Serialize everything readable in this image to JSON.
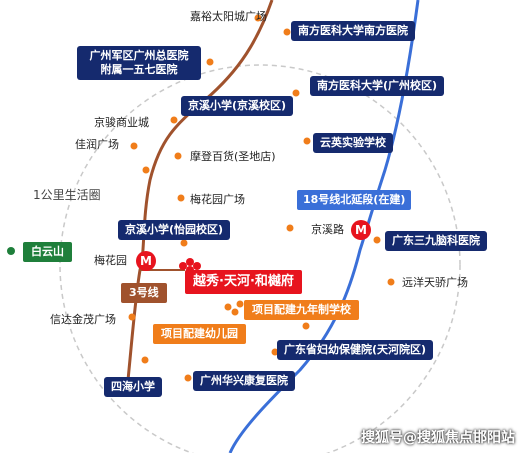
{
  "map": {
    "circle_label": "1公里生活圈",
    "poi": {
      "jiayu": "嘉裕太阳城广场",
      "jingjun": "京骏商业城",
      "jiarun": "佳润广场",
      "modeng": "摩登百货(圣地店)",
      "meihuayuan_plaza": "梅花园广场",
      "xinda": "信达金茂广场",
      "yuanyang": "远洋天骄广场"
    },
    "navy": {
      "nanfang_hospital": "南方医科大学南方医院",
      "junqu": "广州军区广州总医院\n附属一五七医院",
      "jingxi_school": "京溪小学(京溪校区)",
      "nanfang_univ": "南方医科大学(广州校区)",
      "yunying": "云英实验学校",
      "jingxi_yiyuan": "京溪小学(怡园校区)",
      "sanjiu": "广东三九脑科医院",
      "fuyou": "广东省妇幼保健院(天河院区)",
      "huaxing": "广州华兴康复医院",
      "sihai": "四海小学"
    },
    "metro": {
      "line18": "18号线北延段(在建)",
      "jingxilu": "京溪路",
      "meihuayuan": "梅花园",
      "line3": "3号线",
      "baiyunshan": "白云山",
      "icon": "M"
    },
    "project": {
      "name": "越秀·天河·和樾府",
      "school9": "项目配建九年制学校",
      "kindergarten": "项目配建幼儿园"
    },
    "colors": {
      "line3": "#a0522d",
      "line18": "#3a6fd8",
      "project": "#e7141e",
      "poi_dot": "#f07d1a",
      "navy": "#152a6e",
      "green": "#1f7f3b"
    },
    "watermark": "搜狐号@搜狐焦点邯阳站"
  }
}
